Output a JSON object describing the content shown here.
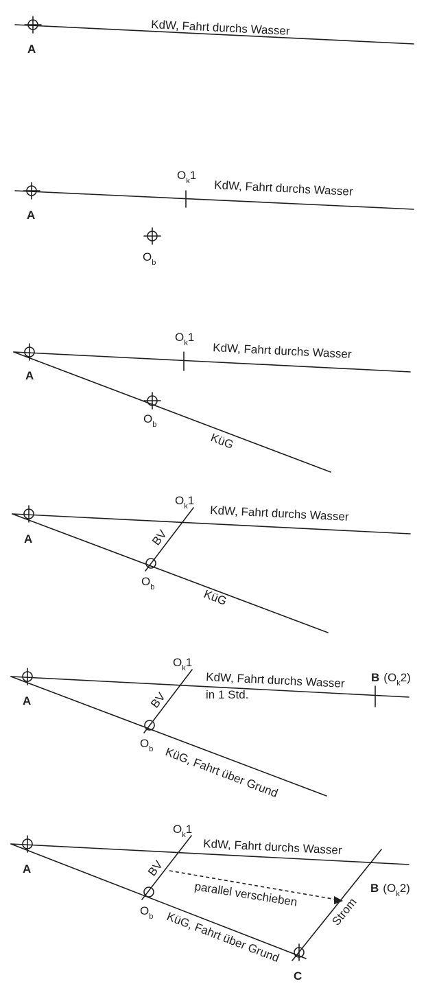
{
  "labels": {
    "kdw": "KdW, Fahrt durchs Wasser",
    "kug": "KüG",
    "kug_full": "KüG, Fahrt über Grund",
    "in_1_std": "in 1 Std.",
    "bv": "BV",
    "strom": "Strom",
    "parallel": "parallel verschieben",
    "point_a": "A",
    "point_b": "B",
    "point_c": "C",
    "o": "O",
    "sub_k": "k",
    "sub_b": "b",
    "num_1": "1",
    "num_2": "2",
    "paren_open": "(",
    "paren_close": ")"
  }
}
